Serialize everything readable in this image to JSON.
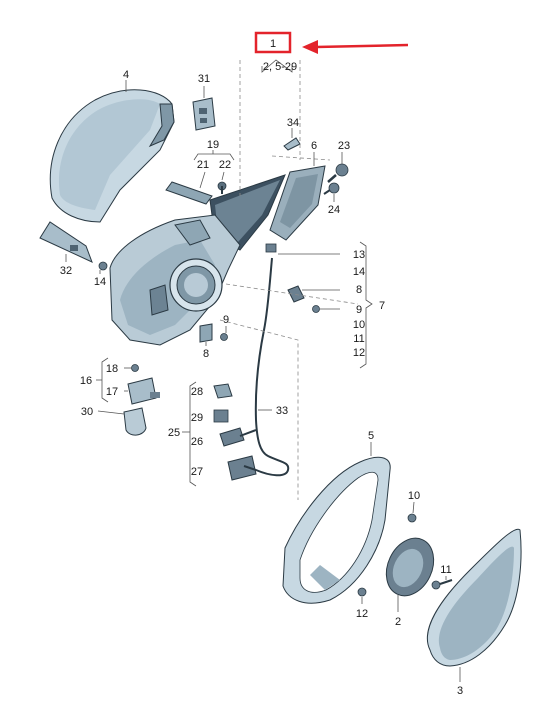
{
  "highlight": {
    "box_color": "#e3232b",
    "arrow_color": "#e3232b",
    "label": "1"
  },
  "colors": {
    "part_fill": "#c7d8e2",
    "part_shade": "#9db4c2",
    "part_dark": "#4e6372",
    "line": "#2b3a44"
  },
  "labels": {
    "main_part": "1",
    "main_range": "2, 5-29",
    "cap": "4",
    "cap_clip": "31",
    "trim_strip": "19",
    "trim_a": "21",
    "trim_b": "22",
    "clip_34": "34",
    "bracket_6": "6",
    "screw_23": "23",
    "screw_24": "24",
    "clip_13": "13",
    "clip_14_right": "14",
    "clip_8_right": "8",
    "screw_9_right": "9",
    "clip_10_right": "10",
    "clip_11_right": "11",
    "clip_12_right": "12",
    "group_7": "7",
    "cover_32": "32",
    "screw_14_left": "14",
    "screw_9_center": "9",
    "clip_8_center": "8",
    "screw_18": "18",
    "group_16": "16",
    "lamp_17": "17",
    "bulb_30": "30",
    "connector_28": "28",
    "connector_29": "29",
    "group_25": "25",
    "connector_26": "26",
    "connector_27": "27",
    "harness_33": "33",
    "housing_5": "5",
    "screw_10": "10",
    "motor_2": "2",
    "screw_11": "11",
    "screw_12": "12",
    "glass_3": "3"
  }
}
